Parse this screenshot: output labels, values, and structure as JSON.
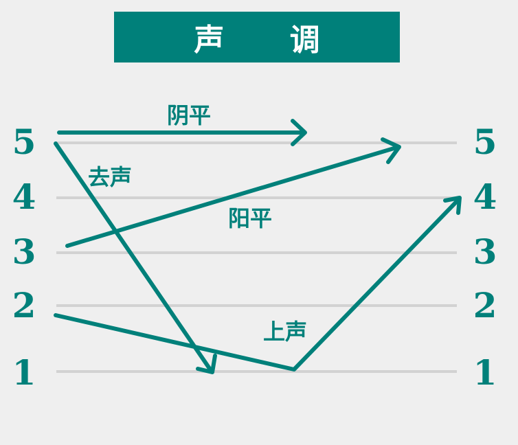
{
  "title": "声 调",
  "colors": {
    "accent": "#00807a",
    "grid": "#d2d2d2",
    "background": "#efefef"
  },
  "scale_left": [
    "5",
    "4",
    "3",
    "2",
    "1"
  ],
  "scale_right": [
    "5",
    "4",
    "3",
    "2",
    "1"
  ],
  "tones": [
    {
      "name": "阴平",
      "contour": [
        5,
        5
      ]
    },
    {
      "name": "阳平",
      "contour": [
        3,
        5
      ]
    },
    {
      "name": "上声",
      "contour": [
        2,
        1,
        4
      ]
    },
    {
      "name": "去声",
      "contour": [
        5,
        1
      ]
    }
  ]
}
